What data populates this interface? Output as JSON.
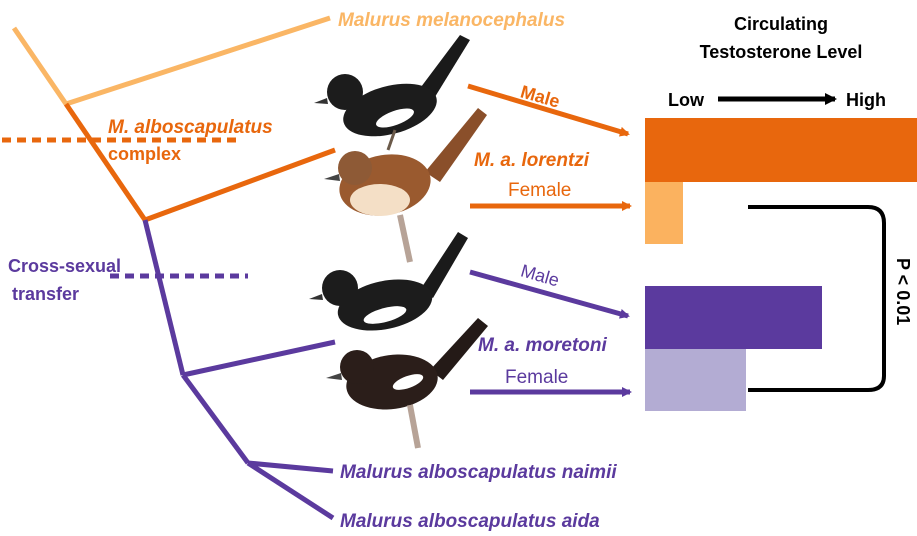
{
  "colors": {
    "orange_pale": "#fab665",
    "orange": "#e8670d",
    "purple": "#5b3a9e",
    "purple_pale": "#b3acd3",
    "female_orange_bar": "#fbb25f",
    "black": "#000000"
  },
  "labels": {
    "melanocephalus": "Malurus melanocephalus",
    "complex_line1": "M. alboscapulatus",
    "complex_line2": "complex",
    "cross_sexual_line1": "Cross-sexual",
    "cross_sexual_line2": "transfer",
    "lorentzi": "M. a. lorentzi",
    "moretoni": "M. a. moretoni",
    "naimii": "Malurus alboscapulatus naimii",
    "aida": "Malurus alboscapulatus aida",
    "male_top": "Male",
    "female_top": "Female",
    "male_bottom": "Male",
    "female_bottom": "Female"
  },
  "chart": {
    "title_line1": "Circulating",
    "title_line2": "Testosterone Level",
    "axis_low": "Low",
    "axis_high": "High",
    "significance": "P < 0.01"
  },
  "chart_data": {
    "type": "bar",
    "orientation": "horizontal",
    "categories": [
      "M. a. lorentzi Male",
      "M. a. lorentzi Female",
      "M. a. moretoni Male",
      "M. a. moretoni Female"
    ],
    "values": [
      1.0,
      0.14,
      0.65,
      0.37
    ],
    "scale": "relative (Low to High)"
  },
  "icons": [
    "bird-male-black-white-icon",
    "bird-female-brown-icon",
    "bird-male-black-white-icon",
    "bird-female-dark-icon"
  ]
}
